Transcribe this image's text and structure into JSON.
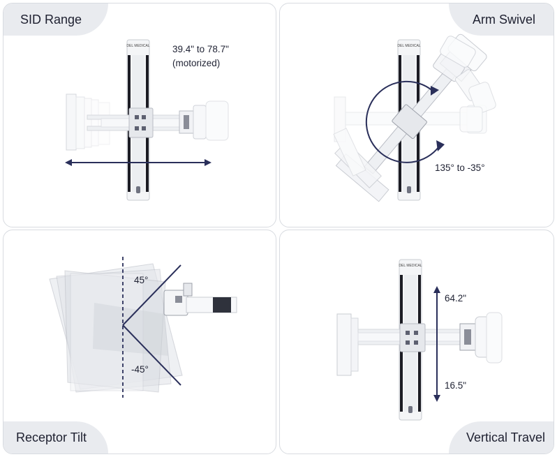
{
  "panels": {
    "sid_range": {
      "title": "SID Range",
      "range_text": "39.4\" to 78.7\"",
      "note_text": "(motorized)",
      "brand_text": "DEL MEDICAL"
    },
    "arm_swivel": {
      "title": "Arm Swivel",
      "range_text": "135° to -35°",
      "brand_text": "DEL MEDICAL"
    },
    "receptor_tilt": {
      "title": "Receptor Tilt",
      "upper_angle": "45°",
      "lower_angle": "-45°"
    },
    "vertical_travel": {
      "title": "Vertical Travel",
      "upper_value": "64.2\"",
      "lower_value": "16.5\"",
      "brand_text": "DEL MEDICAL"
    }
  },
  "colors": {
    "arrow": "#2a2f5a",
    "tab": "#e9ebef",
    "column": "#f4f5f7",
    "column_outline": "#c9ccd2",
    "column_dark": "#1c1c24"
  }
}
